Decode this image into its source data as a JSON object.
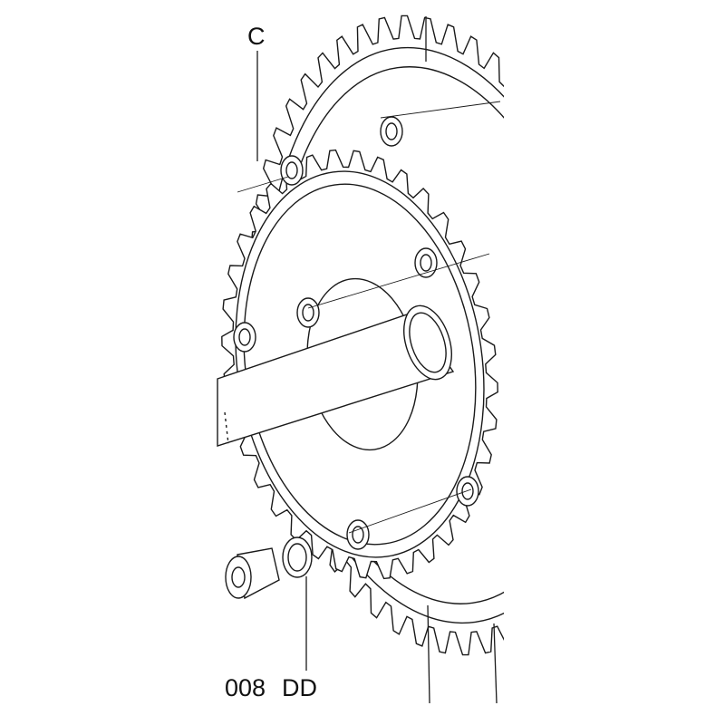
{
  "labels": {
    "c": "C",
    "part_number": "008",
    "dd": "DD"
  },
  "colors": {
    "line": "#1a1a1a",
    "background": "#ffffff"
  },
  "drawing": {
    "subject": "crankset-chainrings-exploded-view"
  }
}
